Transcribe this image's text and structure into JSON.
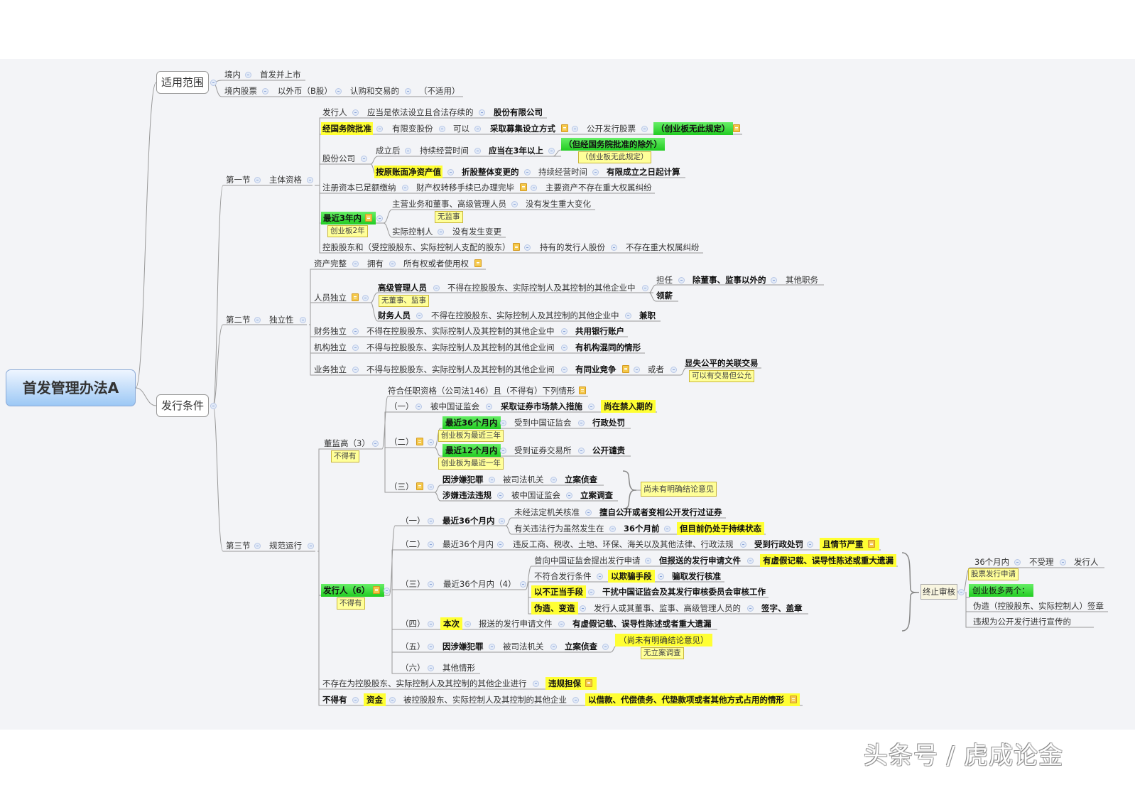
{
  "root": {
    "label": "首发管理办法A"
  },
  "l1": {
    "scope": "适用范围",
    "conditions": "发行条件"
  },
  "scope": {
    "r1": [
      "境内",
      "首发并上市"
    ],
    "r2": [
      "境内股票",
      "以外币（B股）",
      "认购和交易的",
      "（不适用）"
    ]
  },
  "sections": {
    "s1": [
      "第一节",
      "主体资格"
    ],
    "s2": [
      "第二节",
      "独立性"
    ],
    "s3": [
      "第三节",
      "规范运行"
    ]
  },
  "s1": {
    "issuer": [
      "发行人",
      "应当是依法设立且合法存续的",
      "股份有限公司"
    ],
    "approve": [
      "经国务院批准",
      "有限变股份",
      "可以",
      "采取募集设立方式",
      "公开发行股票",
      "（创业板无此规定）"
    ],
    "company": "股份公司",
    "est": [
      "成立后",
      "持续经营时间",
      "应当在3年以上",
      "（但经国务院批准的除外）"
    ],
    "est_label": "（创业板无此规定）",
    "book": [
      "按原账面净资产值",
      "折股整体变更的",
      "持续经营时间",
      "有限成立之日起计算"
    ],
    "capital": [
      "注册资本已足额缴纳",
      "财产权转移手续已办理完毕",
      "主要资产不存在重大权属纠纷"
    ],
    "recent": "最近3年内",
    "recent_label": "创业板2年",
    "main_biz": [
      "主营业务和董事、高级管理人员",
      "没有发生重大变化"
    ],
    "no_supervisor": "无监事",
    "controller": [
      "实际控制人",
      "没有发生变更"
    ],
    "shareholder": [
      "控股股东和（受控股股东、实际控制人支配的股东）",
      "持有的发行人股份",
      "不存在重大权属纠纷"
    ]
  },
  "s2": {
    "asset": [
      "资产完整",
      "拥有",
      "所有权或者使用权"
    ],
    "personnel": "人员独立",
    "senior": [
      "高级管理人员",
      "不得在控股股东、实际控制人及其控制的其他企业中"
    ],
    "senior_label": "无董事、监事",
    "hold": [
      "担任",
      "除董事、监事以外的",
      "其他职务"
    ],
    "salary": "领薪",
    "finance_staff": [
      "财务人员",
      "不得在控股股东、实际控制人及其控制的其他企业中",
      "兼职"
    ],
    "finance": [
      "财务独立",
      "不得在控股股东、实际控制人及其控制的其他企业中",
      "共用银行账户"
    ],
    "org": [
      "机构独立",
      "不得与控股股东、实际控制人及其控制的其他企业间",
      "有机构混同的情形"
    ],
    "biz": [
      "业务独立",
      "不得与控股股东、实际控制人及其控制的其他企业间",
      "有同业竞争",
      "或者",
      "显失公平的关联交易"
    ],
    "biz_label": "可以有交易但公允"
  },
  "s3": {
    "dir": "董监高（3）",
    "dir_label": "不得有",
    "qual": "符合任职资格（公司法146）且（不得有）下列情形",
    "d1": [
      "（一）",
      "被中国证监会",
      "采取证券市场禁入措施",
      "尚在禁入期的"
    ],
    "d2": "（二）",
    "d2a": [
      "最近36个月内",
      "受到中国证监会",
      "行政处罚"
    ],
    "d2a_label": "创业板为最近三年",
    "d2b": [
      "最近12个月内",
      "受到证券交易所",
      "公开谴责"
    ],
    "d2b_label": "创业板为最近一年",
    "d3": "（三）",
    "d3a": [
      "因涉嫌犯罪",
      "被司法机关",
      "立案侦查"
    ],
    "d3b": [
      "涉嫌违法违规",
      "被中国证监会",
      "立案调查"
    ],
    "d3_summary": "尚未有明确结论意见",
    "issuer": "发行人（6）",
    "issuer_label": "不得有",
    "i1": [
      "（一）",
      "最近36个月内"
    ],
    "i1a": [
      "未经法定机关核准",
      "擅自公开或者变相公开发行过证券"
    ],
    "i1b": [
      "有关违法行为虽然发生在",
      "36个月前",
      "但目前仍处于持续状态"
    ],
    "i2": [
      "（二）",
      "最近36个月内",
      "违反工商、税收、土地、环保、海关以及其他法律、行政法规",
      "受到行政处罚",
      "且情节严重"
    ],
    "i3": [
      "（三）",
      "最近36个月内（4）"
    ],
    "i3a": [
      "曾向中国证监会提出发行申请",
      "但报送的发行申请文件",
      "有虚假记载、误导性陈述或重大遗漏"
    ],
    "i3b": [
      "不符合发行条件",
      "以欺骗手段",
      "骗取发行核准"
    ],
    "i3c": [
      "以不正当手段",
      "干扰中国证监会及其发行审核委员会审核工作"
    ],
    "i3d": [
      "伪造、变造",
      "发行人或其董事、监事、高级管理人员的",
      "签字、盖章"
    ],
    "i4": [
      "（四）",
      "本次",
      "报送的发行申请文件",
      "有虚假记载、误导性陈述或者重大遗漏"
    ],
    "i5": [
      "（五）",
      "因涉嫌犯罪",
      "被司法机关",
      "立案侦查",
      "（尚未有明确结论意见）"
    ],
    "i5_label": "无立案调查",
    "i6": [
      "（六）",
      "其他情形"
    ],
    "guarantee": [
      "不存在为控股股东、实际控制人及其控制的其他企业进行",
      "违规担保"
    ],
    "funds": [
      "不得有",
      "资金",
      "被控股股东、实际控制人及其控制的其他企业",
      "以借款、代偿债务、代垫款项或者其他方式占用的情形"
    ]
  },
  "termination": {
    "label": "终止审核",
    "t1": [
      "36个月内",
      "不受理",
      "发行人"
    ],
    "t1_label": "股票发行申请",
    "t2": "创业板多两个：",
    "t3": "伪造（控股股东、实际控制人）签章",
    "t4": "违规为公开发行进行宣传的"
  },
  "watermark": "头条号 / 虎成论金"
}
